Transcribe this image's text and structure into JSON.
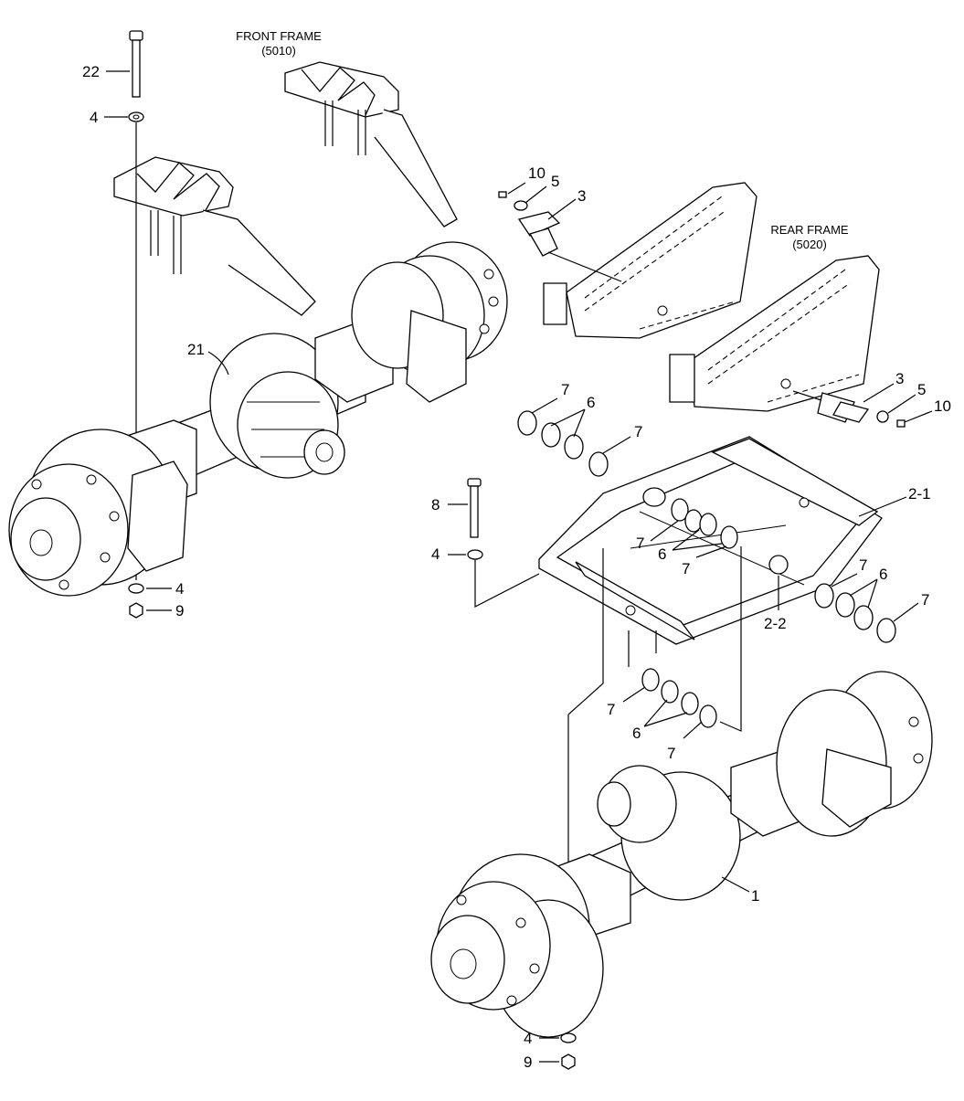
{
  "titles": {
    "front_frame": "FRONT FRAME",
    "front_frame_code": "(5010)",
    "rear_frame": "REAR FRAME",
    "rear_frame_code": "(5020)"
  },
  "callouts": {
    "c22": "22",
    "c4_top": "4",
    "c21": "21",
    "c4_front_bottom": "4",
    "c9_front": "9",
    "c10_top": "10",
    "c5_top": "5",
    "c3_top": "3",
    "c3_right": "3",
    "c5_right": "5",
    "c10_right": "10",
    "c7_a": "7",
    "c6_a": "6",
    "c7_b": "7",
    "c8": "8",
    "c4_mid": "4",
    "c2_1": "2-1",
    "c7_c": "7",
    "c6_b": "6",
    "c7_d": "7",
    "c7_e": "7",
    "c6_c": "6",
    "c2_2": "2-2",
    "c7_f": "7",
    "c7_g": "7",
    "c6_d": "6",
    "c7_h": "7",
    "c1": "1",
    "c4_rear_bottom": "4",
    "c9_rear": "9"
  }
}
